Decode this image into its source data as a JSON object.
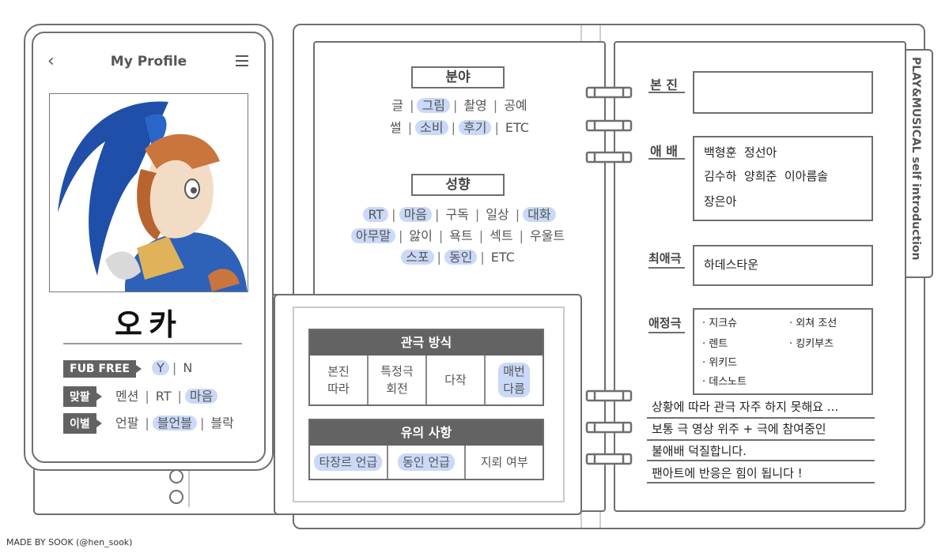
{
  "phone": {
    "title": "My Profile",
    "name": "오카",
    "rows": [
      {
        "label": "FUB FREE",
        "items": [
          {
            "t": "Y",
            "hi": true
          },
          {
            "t": "N",
            "hi": false
          }
        ]
      },
      {
        "label": "맞팔",
        "items": [
          {
            "t": "멘션",
            "hi": false
          },
          {
            "t": "RT",
            "hi": false
          },
          {
            "t": "마음",
            "hi": true
          }
        ]
      },
      {
        "label": "이별",
        "items": [
          {
            "t": "언팔",
            "hi": false
          },
          {
            "t": "블언블",
            "hi": true
          },
          {
            "t": "블락",
            "hi": false
          }
        ]
      }
    ]
  },
  "field": {
    "label": "분야",
    "row1": [
      {
        "t": "글",
        "hi": false
      },
      {
        "t": "그림",
        "hi": true
      },
      {
        "t": "촬영",
        "hi": false
      },
      {
        "t": "공예",
        "hi": false
      }
    ],
    "row2": [
      {
        "t": "썰",
        "hi": false
      },
      {
        "t": "소비",
        "hi": true
      },
      {
        "t": "후기",
        "hi": true
      },
      {
        "t": "ETC",
        "hi": false
      }
    ]
  },
  "tendency": {
    "label": "성향",
    "row1": [
      {
        "t": "RT",
        "hi": true
      },
      {
        "t": "마음",
        "hi": true
      },
      {
        "t": "구독",
        "hi": false
      },
      {
        "t": "일상",
        "hi": false
      },
      {
        "t": "대화",
        "hi": true
      }
    ],
    "row2": [
      {
        "t": "아무말",
        "hi": true
      },
      {
        "t": "앓이",
        "hi": false
      },
      {
        "t": "욕트",
        "hi": false
      },
      {
        "t": "섹트",
        "hi": false
      },
      {
        "t": "우울트",
        "hi": false
      }
    ],
    "row3": [
      {
        "t": "스포",
        "hi": true
      },
      {
        "t": "동인",
        "hi": true
      },
      {
        "t": "ETC",
        "hi": false
      }
    ]
  },
  "viewing": {
    "header": "관극 방식",
    "cells": [
      {
        "t": "본진\n따라",
        "hi": false
      },
      {
        "t": "특정극\n회전",
        "hi": false
      },
      {
        "t": "다작",
        "hi": false
      },
      {
        "t": "매번\n다름",
        "hi": true
      }
    ]
  },
  "caution": {
    "header": "유의 사항",
    "cells": [
      {
        "t": "타장르 언급",
        "hi": true
      },
      {
        "t": "동인 언급",
        "hi": true
      },
      {
        "t": "지뢰 여부",
        "hi": false
      }
    ]
  },
  "right": {
    "tab": "PLAY&MUSICAL self introduction",
    "main_label": "본 진",
    "main_value": "",
    "actor_label": "애 배",
    "actors": [
      "백형훈  정선아",
      "김수하  양희준  이아름솔",
      "장은아"
    ],
    "favorite_label": "최애극",
    "favorite_value": "하데스타운",
    "loved_label": "애정극",
    "loved": [
      "· 지크슈",
      "· 외쳐 조선",
      "· 렌트",
      "· 킹키부츠",
      "· 위키드",
      "· 데스노트"
    ],
    "notes": [
      "상황에 따라 관극 자주 하지 못해요 ...",
      "보통 극 영상 위주 + 극에 참여중인",
      "불애배 덕질합니다.",
      "팬아트에 반응은 힘이 됩니다 !"
    ]
  },
  "credit": "MADE BY SOOK (@hen_sook)"
}
